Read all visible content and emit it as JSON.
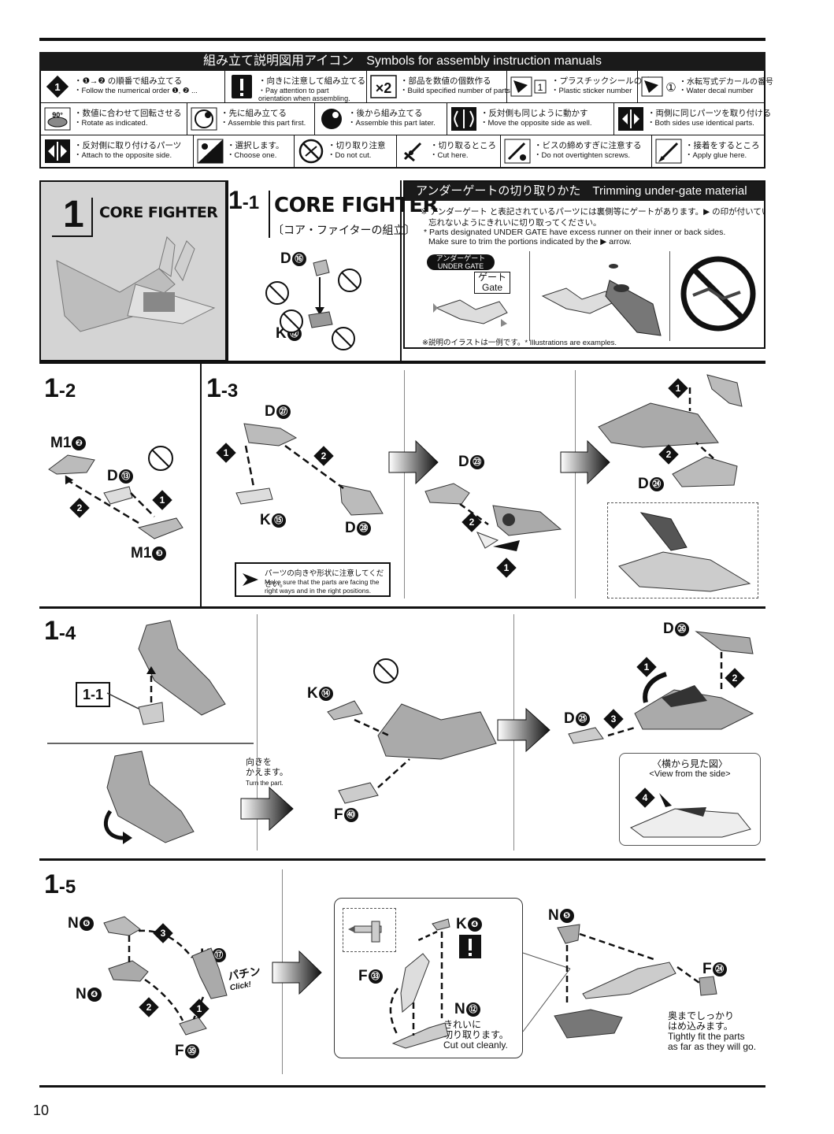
{
  "symbols": {
    "title": "組み立て説明図用アイコン　Symbols for assembly instruction manuals",
    "items": [
      {
        "jp": "・❶→❷ の順番で組み立てる",
        "en": "・Follow the numerical order ❶, ❷ ..."
      },
      {
        "jp": "・向きに注意して組み立てる",
        "en": "・Pay attention to part orientation when assembling."
      },
      {
        "jp": "・部品を数値の個数作る",
        "en": "・Build specified number of parts."
      },
      {
        "jp": "・プラスチックシールの番号",
        "en": "・Plastic sticker number"
      },
      {
        "jp": "・水転写式デカールの番号",
        "en": "・Water decal number"
      },
      {
        "jp": "・数値に合わせて回転させる",
        "en": "・Rotate as indicated."
      },
      {
        "jp": "・先に組み立てる",
        "en": "・Assemble this part first."
      },
      {
        "jp": "・後から組み立てる",
        "en": "・Assemble this part later."
      },
      {
        "jp": "・反対側も同じように動かす",
        "en": "・Move the opposite side as well."
      },
      {
        "jp": "・両側に同じパーツを取り付ける",
        "en": "・Both sides use identical parts."
      },
      {
        "jp": "・反対側に取り付けるパーツ",
        "en": "・Attach to the opposite side."
      },
      {
        "jp": "・選択します。",
        "en": "・Choose one."
      },
      {
        "jp": "・切り取り注意",
        "en": "・Do not cut."
      },
      {
        "jp": "・切り取るところ",
        "en": "・Cut here."
      },
      {
        "jp": "・ビスの締めすぎに注意する",
        "en": "・Do not overtighten screws."
      },
      {
        "jp": "・接着をするところ",
        "en": "・Apply glue here."
      }
    ],
    "icon_labels": {
      "x2": "×2",
      "sticker": "1",
      "decal": "①",
      "rotate": "90°"
    }
  },
  "step1": {
    "num": "1",
    "title": "CORE FIGHTER"
  },
  "step1_1": {
    "num": "1",
    "sub": "-1",
    "title": "CORE FIGHTER",
    "subtitle": "〔コア・ファイターの組立〕",
    "parts": {
      "d16": "D",
      "d16n": "⑯",
      "k12": "K",
      "k12n": "⑫"
    }
  },
  "undergate": {
    "title": "アンダーゲートの切り取りかた　Trimming under-gate material",
    "jp1": "※ アンダーゲート と表記されているパーツには裏側等にゲートがあります。▶ の印が付いている部分は",
    "jp2": "忘れないようにきれいに切り取ってください。",
    "en1": "* Parts designated UNDER GATE have excess runner on their inner or back sides.",
    "en2": "Make sure to trim the portions indicated by the ▶ arrow.",
    "badge_jp": "アンダーゲート",
    "badge_en": "UNDER GATE",
    "gate_jp": "ゲート",
    "gate_en": "Gate",
    "note": "※説明のイラストは一例です。* Illustrations are examples."
  },
  "step1_2": {
    "num": "1",
    "sub": "-2",
    "m12": "M1",
    "m12n": "❷",
    "d13": "D",
    "d13n": "⑬",
    "m13": "M1",
    "m13n": "❸"
  },
  "step1_3": {
    "num": "1",
    "sub": "-3",
    "d27": "D",
    "d27n": "㉗",
    "k15": "K",
    "k15n": "⑮",
    "d28": "D",
    "d28n": "㉘",
    "d23": "D",
    "d23n": "㉓",
    "d24": "D",
    "d24n": "㉔",
    "note_jp": "パーツの向きや形状に注意してください。",
    "note_en1": "Make sure that the parts are facing the",
    "note_en2": "right ways and in the right positions."
  },
  "step1_4": {
    "num": "1",
    "sub": "-4",
    "ref": "1-1",
    "k14": "K",
    "k14n": "⑭",
    "f40": "F",
    "f40n": "㊵",
    "d26": "D",
    "d26n": "㉖",
    "d25": "D",
    "d25n": "㉕",
    "turn_jp1": "向きを",
    "turn_jp2": "かえます。",
    "turn_en": "Turn the part.",
    "side_jp": "〈横から見た図〉",
    "side_en": "<View from the side>"
  },
  "step1_5": {
    "num": "1",
    "sub": "-5",
    "n6": "N",
    "n6n": "❻",
    "k17": "K",
    "k17n": "⑰",
    "n4": "N",
    "n4n": "❹",
    "f35": "F",
    "f35n": "㉟",
    "click_jp": "パチン",
    "click_en": "Click!",
    "k4": "K",
    "k4n": "❹",
    "f33": "F",
    "f33n": "㉝",
    "n12": "N",
    "n12n": "⑫",
    "cut_jp1": "きれいに",
    "cut_jp2": "切り取ります。",
    "cut_en": "Cut out cleanly.",
    "n5": "N",
    "n5n": "❺",
    "f24": "F",
    "f24n": "㉔",
    "fit_jp1": "奥までしっかり",
    "fit_jp2": "はめ込みます。",
    "fit_en1": "Tightly fit the parts",
    "fit_en2": "as far as they will go."
  },
  "page_number": "10"
}
